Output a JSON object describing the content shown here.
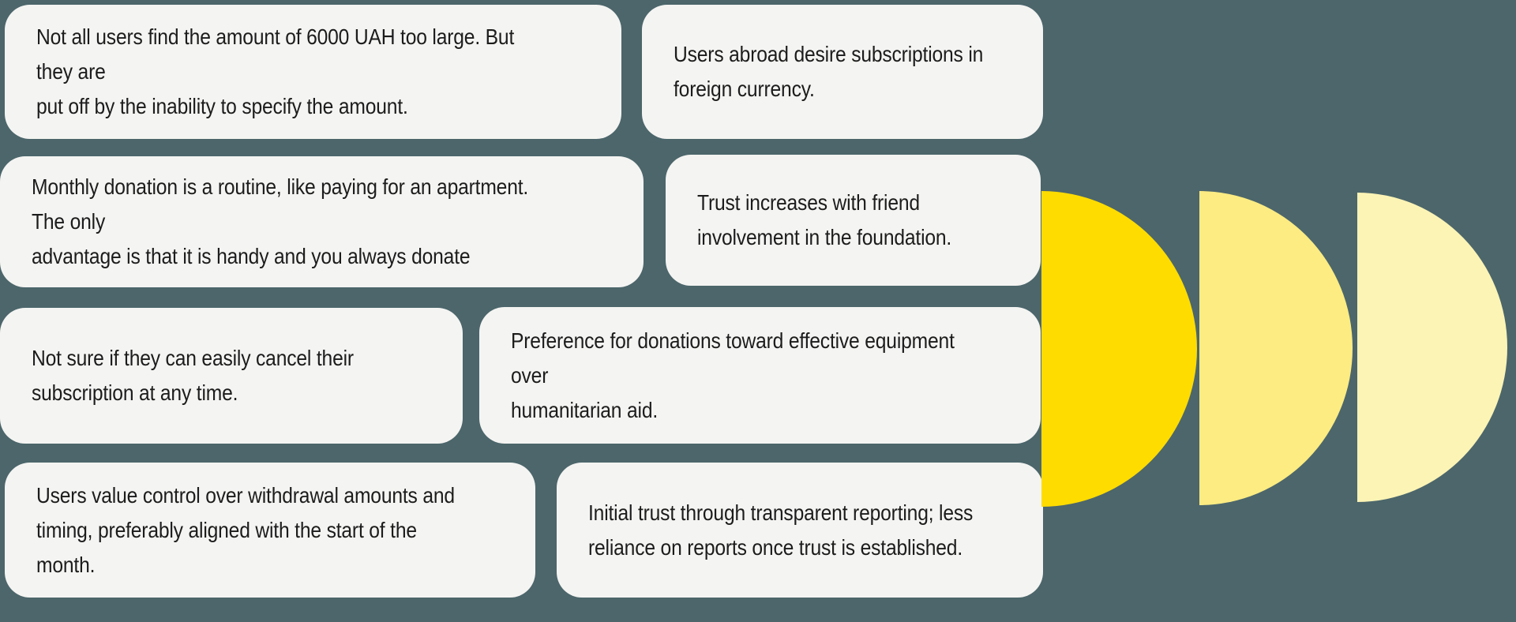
{
  "colors": {
    "background": "#4C666B",
    "card_background": "#F4F4F2",
    "text": "#1C1C1C",
    "accent_yellow_bright": "#FFDC00",
    "accent_yellow_medium": "#FCEC82",
    "accent_yellow_pale": "#FCF4B5"
  },
  "cards": [
    {
      "text": "Not all users find the amount of 6000 UAH too large. But they are\nput off by the inability to specify the amount."
    },
    {
      "text": "Users abroad desire subscriptions in\nforeign currency."
    },
    {
      "text": "Monthly donation is a routine, like paying for an apartment. The only\nadvantage is that it is handy and you always donate"
    },
    {
      "text": "Trust increases with friend\ninvolvement in the foundation."
    },
    {
      "text": "Not sure if they can easily cancel their\nsubscription at any time."
    },
    {
      "text": "Preference for donations toward effective equipment over\nhumanitarian aid."
    },
    {
      "text": "Users value control over withdrawal amounts and\ntiming, preferably aligned with the start of the month."
    },
    {
      "text": "Initial trust through transparent reporting; less\nreliance on reports once trust is established."
    }
  ],
  "decoration": {
    "semicircles": [
      {
        "name": "semicircle-bright",
        "color": "#FFDC00"
      },
      {
        "name": "semicircle-medium",
        "color": "#FCEC82"
      },
      {
        "name": "semicircle-pale",
        "color": "#FCF4B5"
      }
    ]
  }
}
